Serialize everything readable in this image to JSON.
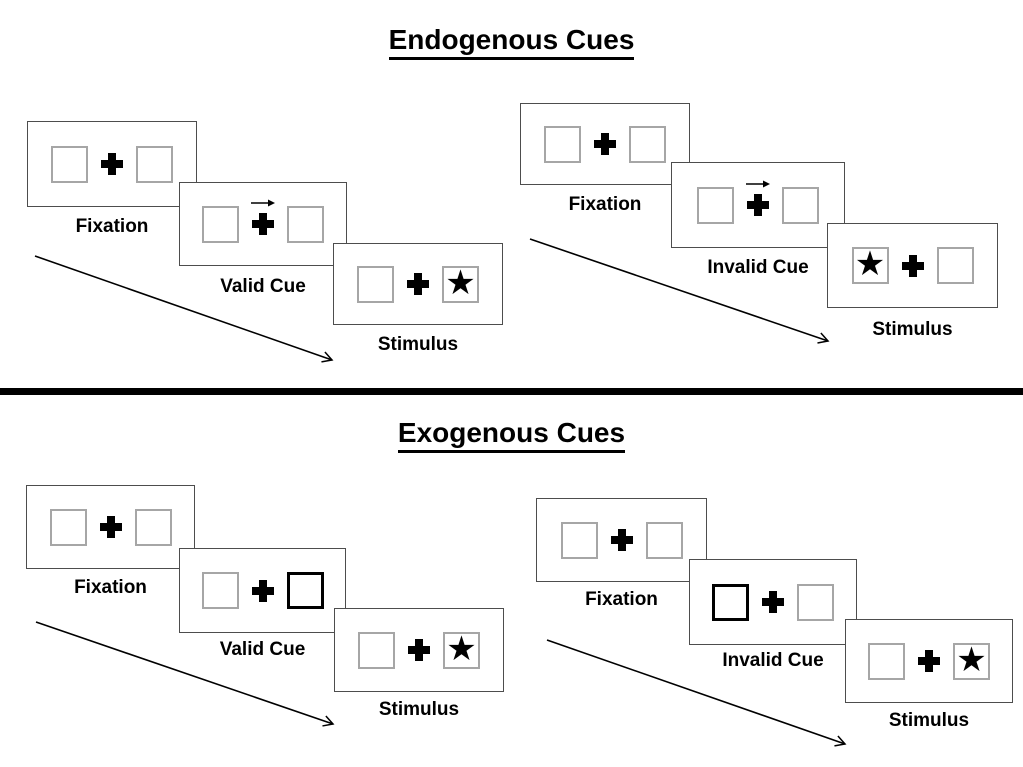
{
  "diagram": "posner-cueing-task",
  "glyphs": {
    "star": "★",
    "plus": "plus-cross",
    "cue": "arrow-right"
  },
  "colors": {
    "panel_border": "#4d4d4d",
    "box_border": "#a6a6a6",
    "ink": "#000000",
    "background": "#ffffff"
  },
  "sections": [
    {
      "title": "Endogenous Cues",
      "groups": [
        {
          "name": "valid",
          "panels": [
            {
              "label": "Fixation",
              "left": "empty",
              "right": "empty",
              "cue": "none"
            },
            {
              "label": "Valid Cue",
              "left": "empty",
              "right": "empty",
              "cue": "arrow-right"
            },
            {
              "label": "Stimulus",
              "left": "empty",
              "right": "star",
              "cue": "none"
            }
          ]
        },
        {
          "name": "invalid",
          "panels": [
            {
              "label": "Fixation",
              "left": "empty",
              "right": "empty",
              "cue": "none"
            },
            {
              "label": "Invalid Cue",
              "left": "empty",
              "right": "empty",
              "cue": "arrow-right"
            },
            {
              "label": "Stimulus",
              "left": "star",
              "right": "empty",
              "cue": "none"
            }
          ]
        }
      ]
    },
    {
      "title": "Exogenous Cues",
      "groups": [
        {
          "name": "valid",
          "panels": [
            {
              "label": "Fixation",
              "left": "empty",
              "right": "empty",
              "cue": "none"
            },
            {
              "label": "Valid Cue",
              "left": "empty",
              "right": "bold",
              "cue": "none"
            },
            {
              "label": "Stimulus",
              "left": "empty",
              "right": "star",
              "cue": "none"
            }
          ]
        },
        {
          "name": "invalid",
          "panels": [
            {
              "label": "Fixation",
              "left": "empty",
              "right": "empty",
              "cue": "none"
            },
            {
              "label": "Invalid Cue",
              "left": "bold",
              "right": "empty",
              "cue": "none"
            },
            {
              "label": "Stimulus",
              "left": "empty",
              "right": "star",
              "cue": "none"
            }
          ]
        }
      ]
    }
  ]
}
